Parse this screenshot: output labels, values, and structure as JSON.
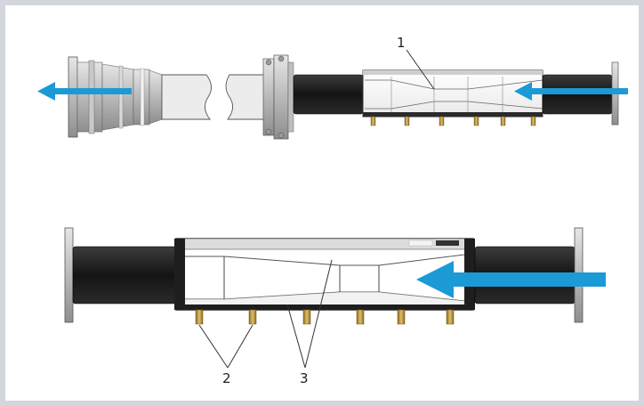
{
  "diagram": {
    "callouts": {
      "label_1": "1",
      "label_2": "2",
      "label_3": "3"
    },
    "colors": {
      "frame": "#d3d6dc",
      "arrow": "#1b9ad6",
      "rubber": "#1d1d1d",
      "flange": "#b0b0b0",
      "body": "#f2f2f2",
      "fitting": "#c49a3a"
    },
    "flow_arrows": {
      "count": 3,
      "direction": "right-to-left"
    }
  }
}
